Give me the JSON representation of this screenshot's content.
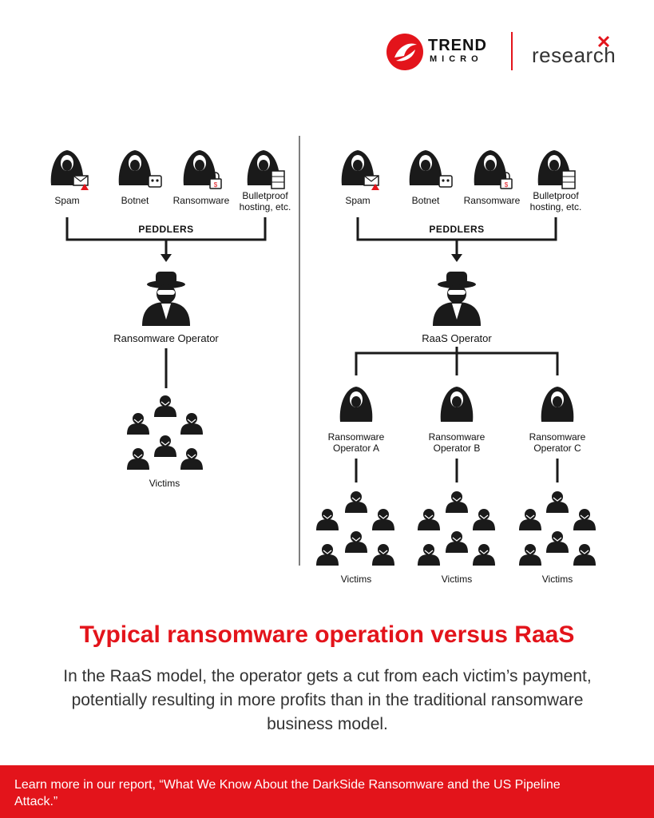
{
  "logo": {
    "trend": "TREND",
    "micro": "MICRO",
    "research": "research"
  },
  "left": {
    "peddlers": [
      "Spam",
      "Botnet",
      "Ransomware",
      "Bulletproof hosting, etc."
    ],
    "peddlers_label": "PEDDLERS",
    "operator": "Ransomware Operator",
    "victims": "Victims"
  },
  "right": {
    "peddlers": [
      "Spam",
      "Botnet",
      "Ransomware",
      "Bulletproof hosting, etc."
    ],
    "peddlers_label": "PEDDLERS",
    "operator": "RaaS Operator",
    "affiliates": [
      {
        "line1": "Ransomware",
        "line2": "Operator A",
        "victims": "Victims"
      },
      {
        "line1": "Ransomware",
        "line2": "Operator B",
        "victims": "Victims"
      },
      {
        "line1": "Ransomware",
        "line2": "Operator C",
        "victims": "Victims"
      }
    ]
  },
  "title": "Typical ransomware operation versus RaaS",
  "body": "In the RaaS model, the operator gets a cut from each victim’s payment, potentially resulting in more profits than in the traditional ransomware business model.",
  "footer": "Learn more in our report, “What We Know About the DarkSide Ransomware and the US Pipeline Attack.”",
  "colors": {
    "accent": "#e3141b",
    "ink": "#1a1a1a"
  },
  "icons": [
    "hooded-hacker-icon",
    "envelope-warning-icon",
    "robot-icon",
    "lock-icon",
    "server-icon",
    "spy-operator-icon",
    "victim-person-icon"
  ]
}
